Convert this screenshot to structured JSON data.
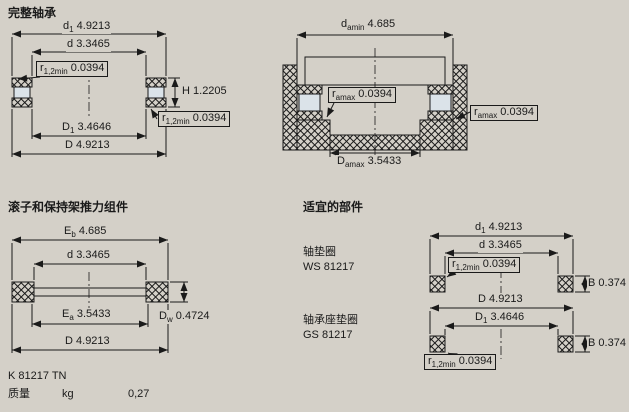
{
  "page": {
    "background_color": "#d4d0c8",
    "line_color": "#1a1a1a",
    "hatch_fill_color": "#c9d5dd"
  },
  "sections": {
    "complete": {
      "title": "完整轴承",
      "dims": {
        "d1": {
          "base": "d",
          "sub": "1",
          "value": "4.9213"
        },
        "d": {
          "base": "d",
          "sub": "",
          "value": "3.3465"
        },
        "r_top": {
          "base": "r",
          "sub": "1,2min",
          "value": "0.0394"
        },
        "H": {
          "base": "H",
          "sub": "",
          "value": "1.2205"
        },
        "r_bottom": {
          "base": "r",
          "sub": "1,2min",
          "value": "0.0394"
        },
        "D1": {
          "base": "D",
          "sub": "1",
          "value": "3.4646"
        },
        "D": {
          "base": "D",
          "sub": "",
          "value": "4.9213"
        }
      },
      "abutment": {
        "da": {
          "base": "d",
          "sub": "amin",
          "value": "4.685"
        },
        "ra_left": {
          "base": "r",
          "sub": "amax",
          "value": "0.0394"
        },
        "ra_right": {
          "base": "r",
          "sub": "amax",
          "value": "0.0394"
        },
        "Da": {
          "base": "D",
          "sub": "amax",
          "value": "3.5433"
        }
      }
    },
    "assembly": {
      "title": "滚子和保持架推力组件",
      "dims": {
        "Eb": {
          "base": "E",
          "sub": "b",
          "value": "4.685"
        },
        "d": {
          "base": "d",
          "sub": "",
          "value": "3.3465"
        },
        "Ea": {
          "base": "E",
          "sub": "a",
          "value": "3.5433"
        },
        "Dw": {
          "base": "D",
          "sub": "w",
          "value": "0.4724"
        },
        "D": {
          "base": "D",
          "sub": "",
          "value": "4.9213"
        }
      },
      "designation": "K 81217 TN",
      "mass": {
        "label": "质量",
        "unit": "kg",
        "value": "0,27"
      }
    },
    "parts": {
      "title": "适宜的部件",
      "shaft_washer": {
        "name": "轴垫圈",
        "designation": "WS 81217",
        "dims": {
          "d1": {
            "base": "d",
            "sub": "1",
            "value": "4.9213"
          },
          "d": {
            "base": "d",
            "sub": "",
            "value": "3.3465"
          },
          "r": {
            "base": "r",
            "sub": "1,2min",
            "value": "0.0394"
          },
          "B": {
            "base": "B",
            "sub": "",
            "value": "0.374"
          }
        }
      },
      "housing_washer": {
        "name": "轴承座垫圈",
        "designation": "GS 81217",
        "dims": {
          "D": {
            "base": "D",
            "sub": "",
            "value": "4.9213"
          },
          "D1": {
            "base": "D",
            "sub": "1",
            "value": "3.4646"
          },
          "r": {
            "base": "r",
            "sub": "1,2min",
            "value": "0.0394"
          },
          "B": {
            "base": "B",
            "sub": "",
            "value": "0.374"
          }
        }
      }
    }
  }
}
